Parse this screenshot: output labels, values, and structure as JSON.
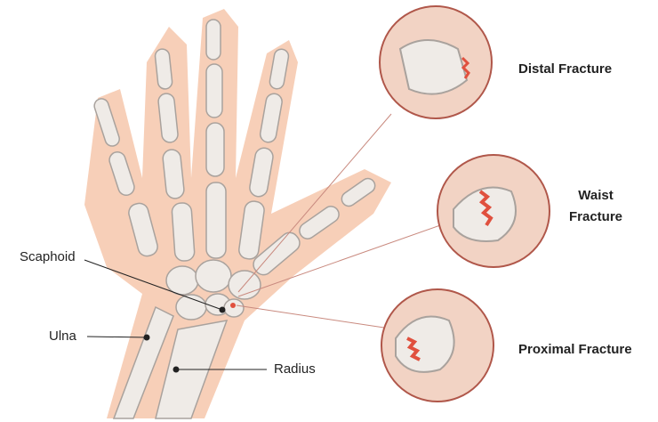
{
  "labels": {
    "scaphoid": "Scaphoid",
    "ulna": "Ulna",
    "radius": "Radius"
  },
  "fractures": [
    {
      "title": "Distal Fracture"
    },
    {
      "title_line1": "Waist",
      "title_line2": "Fracture"
    },
    {
      "title": "Proximal Fracture"
    }
  ],
  "colors": {
    "skin": "#f7cfb8",
    "bone": "#efebe7",
    "bone_outline": "#a9a29d",
    "circle_border": "#b0574a",
    "fracture": "#e0503e",
    "pointer_line": "#c98a7f"
  }
}
